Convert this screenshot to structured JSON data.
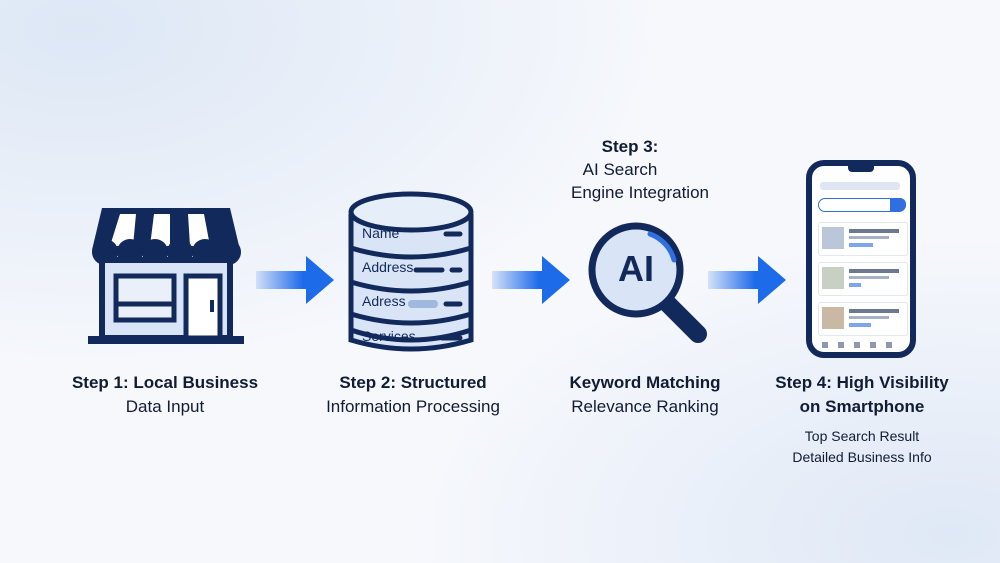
{
  "step1": {
    "title": "Step 1: Local Business",
    "subtitle": "Data Input"
  },
  "step2": {
    "title": "Step 2: Structured",
    "subtitle": "Information Processing",
    "db_labels": [
      "Name",
      "Address",
      "Adress",
      "Services"
    ]
  },
  "step3": {
    "heading": "Step 3:",
    "heading_line2": "AI Search",
    "heading_line3": "Engine Integration",
    "icon_text": "AI",
    "line1": "Keyword Matching",
    "line2": "Relevance Ranking"
  },
  "step4": {
    "title": "Step 4: High Visibility",
    "title_line2": "on Smartphone",
    "detail1": "Top Search Result",
    "detail2": "Detailed Business Info"
  },
  "colors": {
    "navy": "#12295c",
    "arrow_blue": "#1e6bea",
    "pale_blue": "#d9e5f6",
    "accent_blue": "#2f6fe0"
  }
}
